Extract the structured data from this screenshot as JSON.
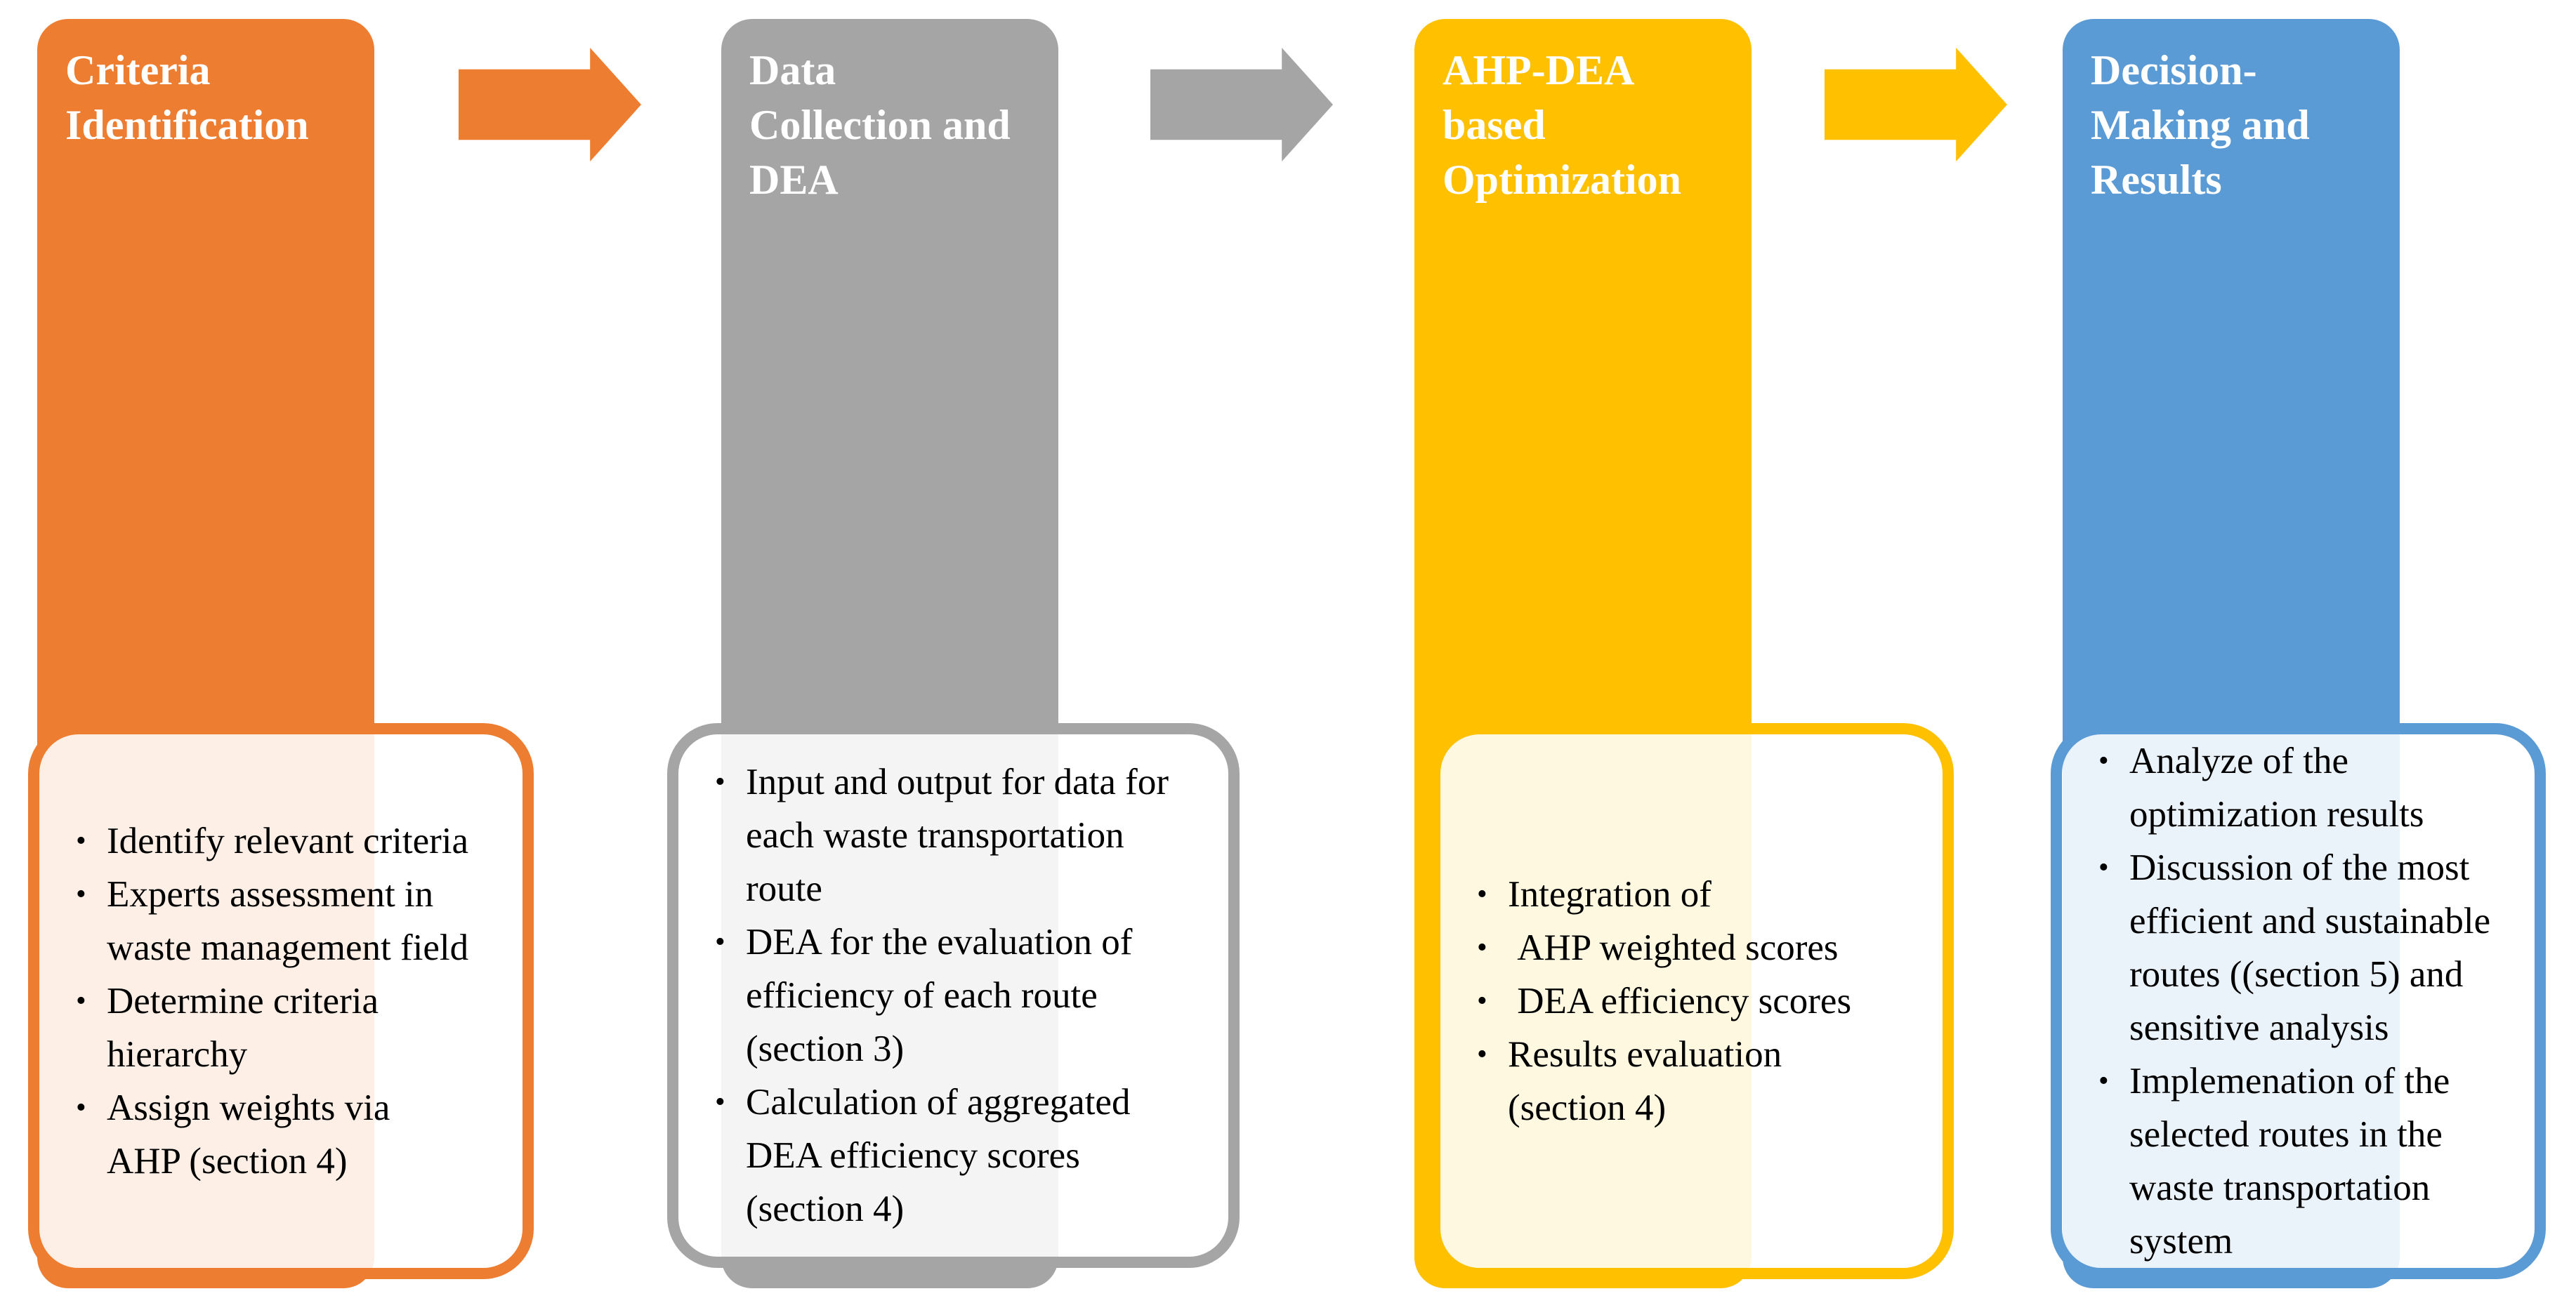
{
  "bullet_char": "•",
  "columns": [
    {
      "title": "Criteria\nIdentification",
      "color": "#ED7D31",
      "bullets": [
        "Identify relevant criteria",
        "Experts assessment in\nwaste management field",
        "Determine criteria\nhierarchy",
        "Assign weights via\nAHP (section 4)"
      ]
    },
    {
      "title": "Data\nCollection and\nDEA",
      "color": "#A5A5A5",
      "bullets": [
        "Input and output for data for\neach waste transportation\nroute",
        "DEA for the evaluation of\nefficiency of each route\n(section 3)",
        "Calculation of aggregated\nDEA efficiency scores\n(section 4)"
      ]
    },
    {
      "title": "AHP-DEA\nbased\nOptimization",
      "color": "#FFC000",
      "bullets": [
        "Integration of",
        " AHP weighted scores",
        " DEA efficiency scores",
        "Results evaluation\n(section 4)"
      ]
    },
    {
      "title": "Decision-\nMaking and\nResults",
      "color": "#5B9BD5",
      "bullets": [
        "Analyze of the\noptimization results",
        "Discussion of the most\nefficient and sustainable\nroutes ((section 5) and\nsensitive analysis",
        "Implemenation of the\nselected routes in the\nwaste transportation\nsystem"
      ]
    }
  ],
  "arrows": [
    {
      "color": "#ED7D31"
    },
    {
      "color": "#A5A5A5"
    },
    {
      "color": "#FFC000"
    }
  ]
}
